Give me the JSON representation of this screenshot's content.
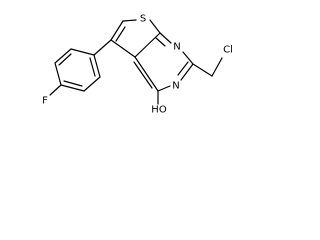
{
  "atoms": {
    "s1": "S",
    "n1": "N",
    "n3": "N",
    "cl": "Cl",
    "f": "F",
    "oh": "HO"
  },
  "colors": {
    "bond": "#000000",
    "label": "#000000",
    "background": "#ffffff"
  }
}
